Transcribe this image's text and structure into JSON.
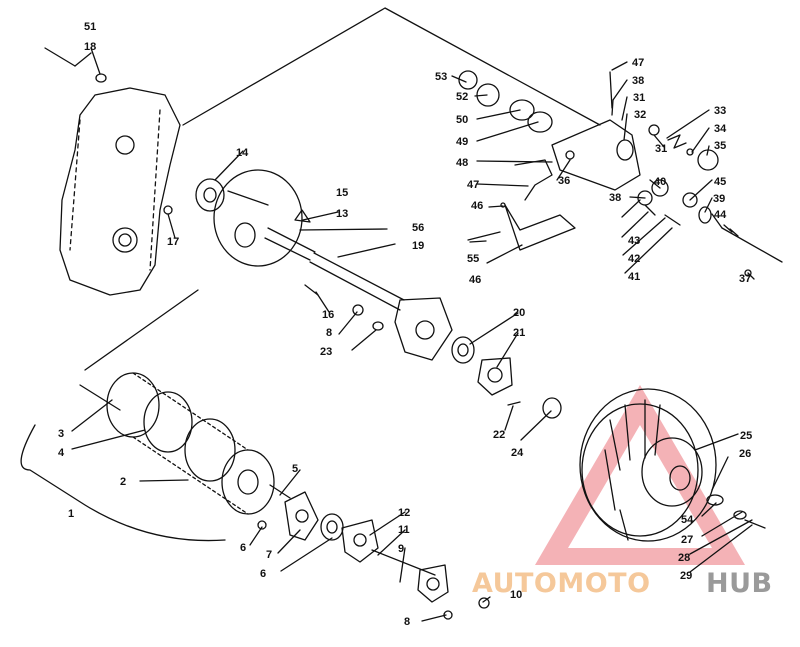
{
  "diagram": {
    "callouts": [
      "51",
      "18",
      "14",
      "17",
      "15",
      "13",
      "56",
      "19",
      "16",
      "8",
      "23",
      "20",
      "21",
      "22",
      "24",
      "3",
      "4",
      "2",
      "1",
      "5",
      "6",
      "7",
      "6",
      "12",
      "11",
      "9",
      "8",
      "10",
      "25",
      "26",
      "54",
      "27",
      "28",
      "29",
      "53",
      "52",
      "50",
      "49",
      "48",
      "47",
      "46",
      "55",
      "46",
      "47",
      "38",
      "31",
      "32",
      "33",
      "34",
      "35",
      "31",
      "36",
      "40",
      "45",
      "38",
      "39",
      "44",
      "43",
      "42",
      "41",
      "37"
    ]
  },
  "watermark": {
    "part_a": "AUTOMOTO",
    "part_b": "HUB",
    "color_a": "#f5c89a",
    "color_b": "#9a9a9a",
    "triangle_color": "#e8636b"
  }
}
